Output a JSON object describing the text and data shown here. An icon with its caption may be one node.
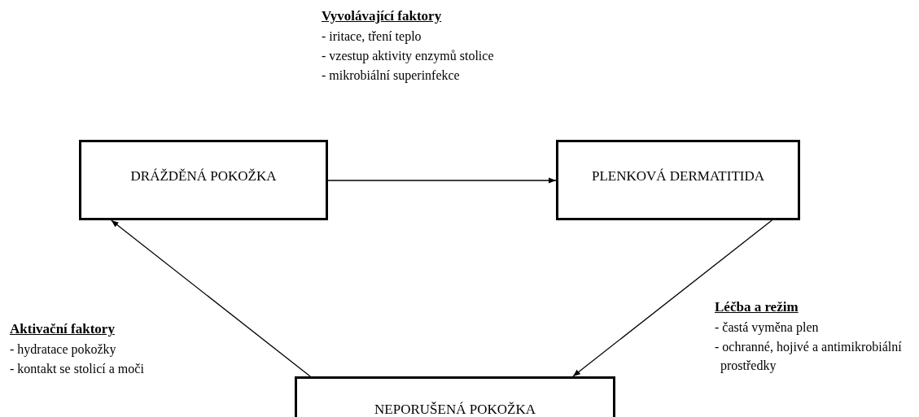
{
  "diagram": {
    "nodes": [
      {
        "text": [
          "DRÁŽDĚNÁ POKOŽKA"
        ]
      },
      {
        "text": [
          "PLENKOVÁ DERMATITIDA"
        ]
      },
      {
        "text": [
          "NEPORUŠENÁ POKOŽKA"
        ]
      }
    ],
    "edges": [
      {
        "from": 0,
        "to": 1,
        "arrow": "to"
      },
      {
        "from": 1,
        "to": 2,
        "arrow": "to"
      },
      {
        "from": 2,
        "to": 0,
        "arrow": "to"
      }
    ],
    "labels": [
      "Vyvolávající faktory",
      "- iritace, tření teplo",
      "- vzestup aktivity enzymů stolice",
      "- mikrobiální superinfekce",
      "Aktivační faktory",
      "- hydratace pokožky",
      "- kontakt se stolicí a moči",
      "Léčba a režim",
      "- častá vyměna plen",
      "- ochranné, hojivé a antimikrobiální prostředky"
    ]
  }
}
